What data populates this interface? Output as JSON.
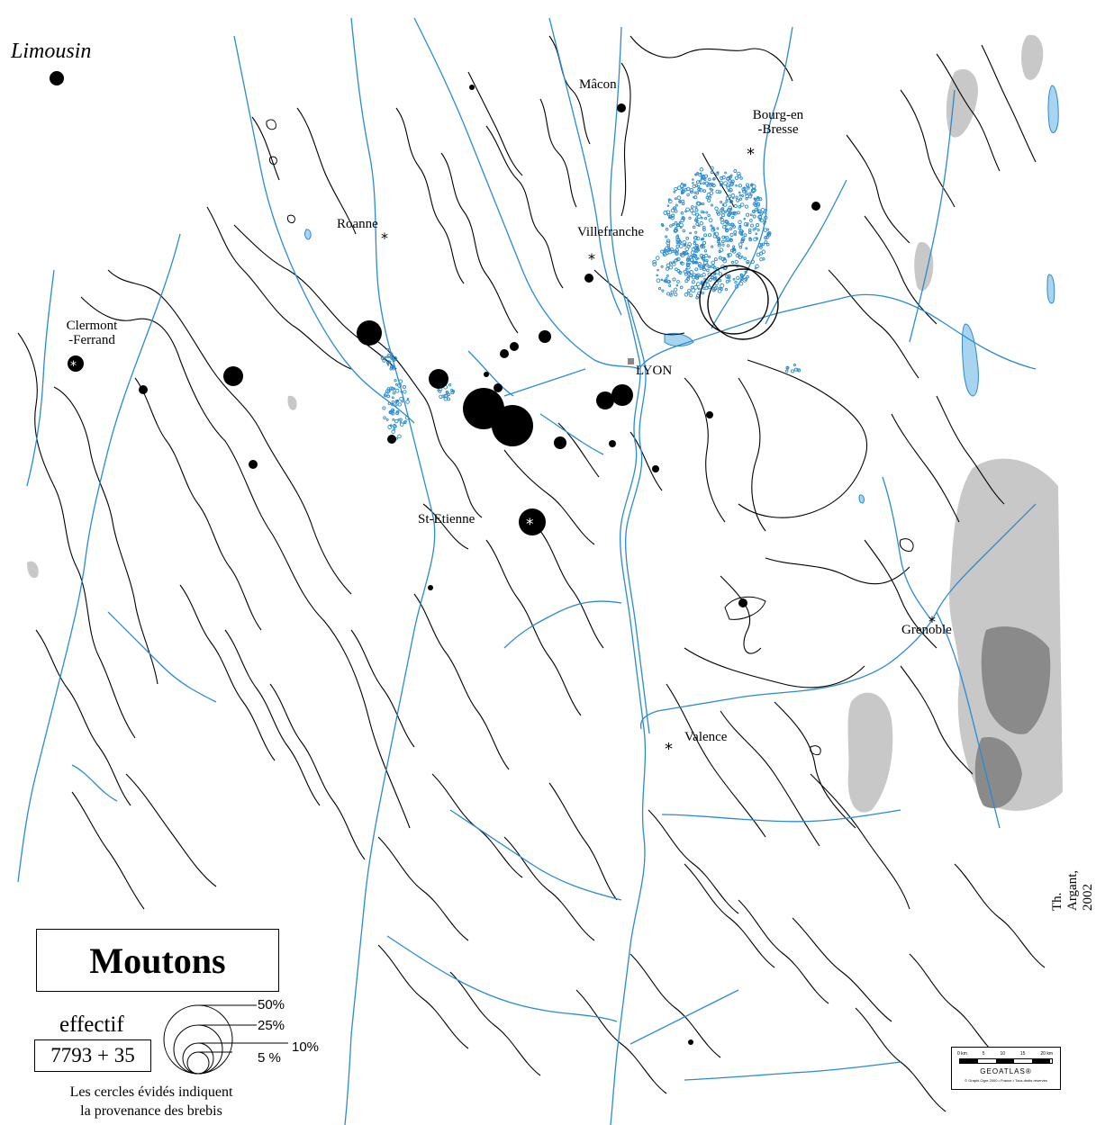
{
  "title": "Moutons",
  "credit": "Th. Argant, 2002",
  "region_label": "Limousin",
  "cities": [
    {
      "name": "Mâcon"
    },
    {
      "name": "Bourg-en\n-Bresse"
    },
    {
      "name": "Roanne"
    },
    {
      "name": "Villefranche"
    },
    {
      "name": "Clermont\n-Ferrand"
    },
    {
      "name": "LYON"
    },
    {
      "name": "St-Etienne"
    },
    {
      "name": "Grenoble"
    },
    {
      "name": "Valence"
    }
  ],
  "legend": {
    "effectif_label": "effectif",
    "effectif_value": "7793 + 35",
    "percentages": [
      "50%",
      "25%",
      "10%",
      "5 %"
    ],
    "note": "Les cercles évidés indiquent\nla provenance des brebis"
  },
  "scalebar": {
    "ticks": [
      "0 km",
      "5",
      "10",
      "15",
      "20 km"
    ],
    "brand": "GEOATLAS®",
    "copyright": "© Graphi-Ogre 2000 • France • Tous droits réservés"
  },
  "colors": {
    "rivers": "#2a8bd0",
    "lakes": "#a8d4f0",
    "relief_light": "#bdbdbd",
    "relief_dark": "#7a7a7a",
    "contours": "#000000",
    "symbols": "#000000"
  }
}
